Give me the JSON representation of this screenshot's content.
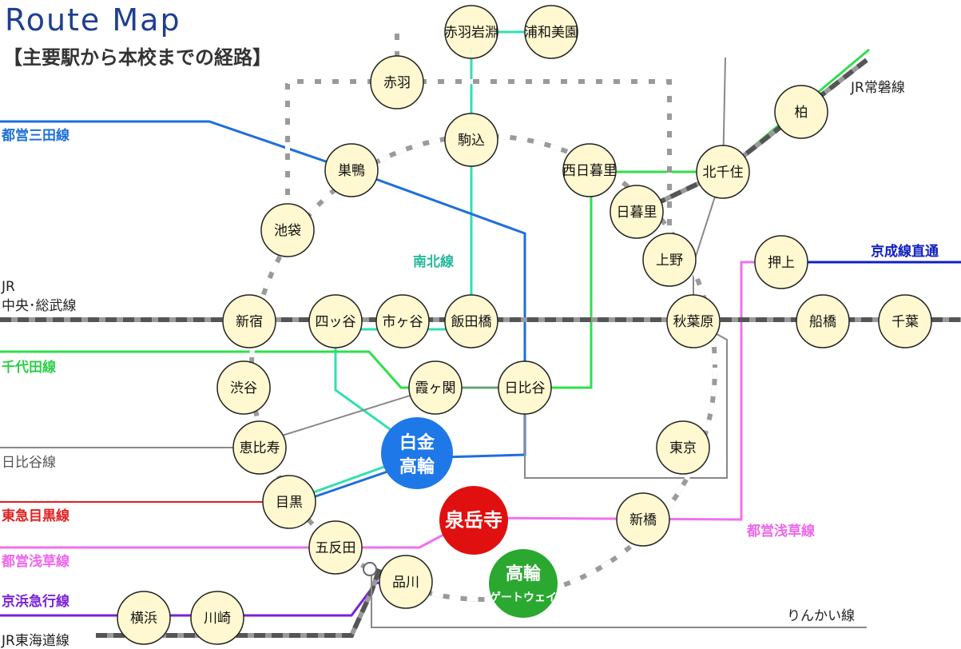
{
  "header": {
    "title": "Route Map",
    "subtitle": "【主要駅から本校までの経路】"
  },
  "line_labels": {
    "toei_mita": "都営三田線",
    "nanboku": "南北線",
    "jr_chuo_1": "JR",
    "jr_chuo_2": "中央･総武線",
    "chiyoda": "千代田線",
    "hibiya": "日比谷線",
    "tokyu_meguro": "東急目黒線",
    "toei_asakusa_left": "都営浅草線",
    "keikyu": "京浜急行線",
    "jr_tokaido": "JR東海道線",
    "rinkai": "りんかい線",
    "toei_asakusa_right": "都営浅草線",
    "keisei": "京成線直通",
    "jr_joban": "JR常磐線"
  },
  "stations": {
    "akabaneiwabuchi": "赤羽岩淵",
    "urawamisono": "浦和美園",
    "akabane": "赤羽",
    "komagome": "駒込",
    "sugamo": "巣鴨",
    "nishinippori": "西日暮里",
    "kitasenju": "北千住",
    "kashiwa": "柏",
    "ikebukuro": "池袋",
    "nippori": "日暮里",
    "ueno": "上野",
    "oshiage": "押上",
    "shinjuku": "新宿",
    "yotsuya": "四ッ谷",
    "ichigaya": "市ヶ谷",
    "iidabashi": "飯田橋",
    "akihabara": "秋葉原",
    "funabashi": "船橋",
    "chiba": "千葉",
    "shibuya": "渋谷",
    "kasumigaseki": "霞ヶ関",
    "hibiya": "日比谷",
    "ebisu": "恵比寿",
    "tokyo": "東京",
    "meguro": "目黒",
    "shinbashi": "新橋",
    "gotanda": "五反田",
    "shinagawa": "品川",
    "yokohama": "横浜",
    "kawasaki": "川崎"
  },
  "key_stations": {
    "shirokanetakanawa_1": "白金",
    "shirokanetakanawa_2": "高輪",
    "sengakuji": "泉岳寺",
    "takanawagateway_1": "高輪",
    "takanawagateway_2": "ゲートウェイ"
  },
  "colors": {
    "toei_mita": "#1e6fd9",
    "nanboku": "#2fe0b0",
    "chiyoda": "#2ee04a",
    "hibiya": "#888888",
    "tokyu_meguro": "#e02020",
    "toei_asakusa": "#f070f0",
    "keikyu": "#7a22d8",
    "keisei": "#1020c0",
    "jr_joban": "#3de03d",
    "station_fill": "#fff8d0",
    "shirokanetakanawa": "#1e78e8",
    "sengakuji": "#e01010",
    "takanawagateway": "#2aa830"
  }
}
